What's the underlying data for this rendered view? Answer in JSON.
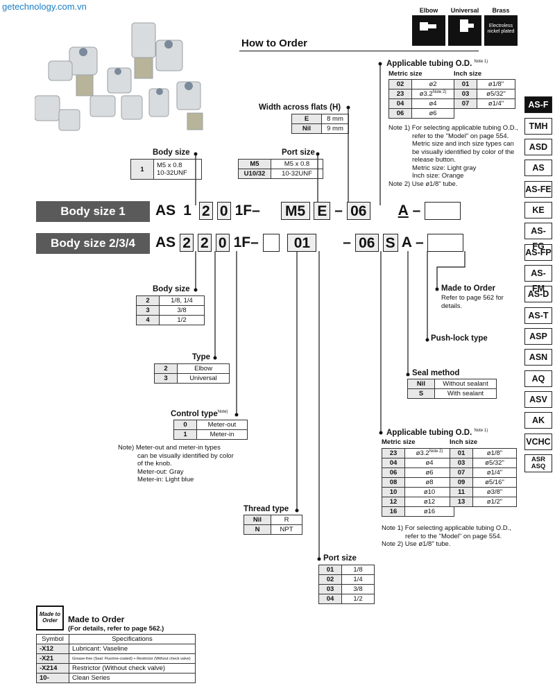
{
  "watermark": "getechnology.com.vn",
  "title": "How to Order",
  "variants": [
    {
      "label": "Elbow",
      "box": ""
    },
    {
      "label": "Universal",
      "box": ""
    },
    {
      "label": "Brass",
      "box": "Electroless nickel plated"
    }
  ],
  "bars": {
    "b1": "Body size 1",
    "b2": "Body size 2/3/4"
  },
  "code1": {
    "prefix": "AS",
    "c1": "1",
    "c2": "2",
    "c3": "0",
    "mid": "1F–",
    "port": "M5",
    "width": "E",
    "dash": "–",
    "tube": "06",
    "a": "A",
    "dash2": "–"
  },
  "code2": {
    "prefix": "AS",
    "c1": "2",
    "c2": "2",
    "c3": "0",
    "mid": "1F–",
    "port": "01",
    "dash": "–",
    "tube": "06",
    "s": "S",
    "a": "A",
    "dash2": "–"
  },
  "body_size1": {
    "label": "Body size",
    "rows": [
      [
        "1",
        "M5 x 0.8\n10-32UNF"
      ]
    ]
  },
  "port_size1": {
    "label": "Port size",
    "rows": [
      [
        "M5",
        "M5 x 0.8"
      ],
      [
        "U10/32",
        "10-32UNF"
      ]
    ]
  },
  "width_flats": {
    "label": "Width across flats (H)",
    "rows": [
      [
        "E",
        "8 mm"
      ],
      [
        "Nil",
        "9 mm"
      ]
    ]
  },
  "tubing1": {
    "label": "Applicable tubing O.D.",
    "note_sup": "Note 1)",
    "metric_label": "Metric size",
    "inch_label": "Inch size",
    "metric": [
      [
        "02",
        "ø2"
      ],
      [
        "23",
        "ø3.2"
      ],
      [
        "04",
        "ø4"
      ],
      [
        "06",
        "ø6"
      ]
    ],
    "metric_sup": "Note 2)",
    "inch": [
      [
        "01",
        "ø1/8\""
      ],
      [
        "03",
        "ø5/32\""
      ],
      [
        "07",
        "ø1/4\""
      ]
    ],
    "notes": [
      "Note 1) For selecting applicable tubing O.D.,",
      "refer to the \"Model\" on page 554.",
      "Metric size and inch size types can",
      "be visually identified by color of the",
      "release button.",
      "Metric size: Light gray",
      "Inch size: Orange",
      "Note 2) Use ø1/8\" tube."
    ]
  },
  "body_size2": {
    "label": "Body size",
    "rows": [
      [
        "2",
        "1/8, 1/4"
      ],
      [
        "3",
        "3/8"
      ],
      [
        "4",
        "1/2"
      ]
    ]
  },
  "type": {
    "label": "Type",
    "rows": [
      [
        "2",
        "Elbow"
      ],
      [
        "3",
        "Universal"
      ]
    ]
  },
  "control": {
    "label": "Control type",
    "sup": "Note)",
    "rows": [
      [
        "0",
        "Meter-out"
      ],
      [
        "1",
        "Meter-in"
      ]
    ],
    "notes": [
      "Note) Meter-out and meter-in types",
      "can be visually identified by color",
      "of the knob.",
      "Meter-out: Gray",
      "Meter-in: Light blue"
    ]
  },
  "thread": {
    "label": "Thread type",
    "rows": [
      [
        "Nil",
        "R"
      ],
      [
        "N",
        "NPT"
      ]
    ]
  },
  "port_size2": {
    "label": "Port size",
    "rows": [
      [
        "01",
        "1/8"
      ],
      [
        "02",
        "1/4"
      ],
      [
        "03",
        "3/8"
      ],
      [
        "04",
        "1/2"
      ]
    ]
  },
  "made_to_order": {
    "label": "Made to Order",
    "text": [
      "Refer to page 562 for",
      "details."
    ]
  },
  "push_lock": {
    "label": "Push-lock type"
  },
  "seal": {
    "label": "Seal method",
    "rows": [
      [
        "Nil",
        "Without sealant"
      ],
      [
        "S",
        "With sealant"
      ]
    ]
  },
  "tubing2": {
    "label": "Applicable tubing O.D.",
    "note_sup": "Note 1)",
    "metric_label": "Metric size",
    "inch_label": "Inch size",
    "metric": [
      [
        "23",
        "ø3.2"
      ],
      [
        "04",
        "ø4"
      ],
      [
        "06",
        "ø6"
      ],
      [
        "08",
        "ø8"
      ],
      [
        "10",
        "ø10"
      ],
      [
        "12",
        "ø12"
      ],
      [
        "16",
        "ø16"
      ]
    ],
    "metric_sup": "Note 2)",
    "inch": [
      [
        "01",
        "ø1/8\""
      ],
      [
        "03",
        "ø5/32\""
      ],
      [
        "07",
        "ø1/4\""
      ],
      [
        "09",
        "ø5/16\""
      ],
      [
        "11",
        "ø3/8\""
      ],
      [
        "13",
        "ø1/2\""
      ]
    ],
    "notes": [
      "Note 1) For selecting applicable tubing O.D.,",
      "refer to the \"Model\" on page 554.",
      "Note 2) Use ø1/8\" tube."
    ]
  },
  "mto_box": {
    "badge": "Made to Order",
    "title": "Made to Order",
    "subtitle": "(For details, refer to page 562.)",
    "headers": [
      "Symbol",
      "Specifications"
    ],
    "rows": [
      [
        "-X12",
        "Lubricant: Vaseline"
      ],
      [
        "-X21",
        "Grease-free (Seal: Fluorine-coated) + Restrictor (Without check valve)"
      ],
      [
        "-X214",
        "Restrictor (Without check valve)"
      ],
      [
        "10-",
        "Clean Series"
      ]
    ]
  },
  "sidebar": [
    "AS-F",
    "TMH",
    "ASD",
    "AS",
    "AS-FE",
    "KE",
    "AS-FG",
    "AS-FP",
    "AS-FM",
    "AS-D",
    "AS-T",
    "ASP",
    "ASN",
    "AQ",
    "ASV",
    "AK",
    "VCHC",
    "ASR\nASQ"
  ]
}
